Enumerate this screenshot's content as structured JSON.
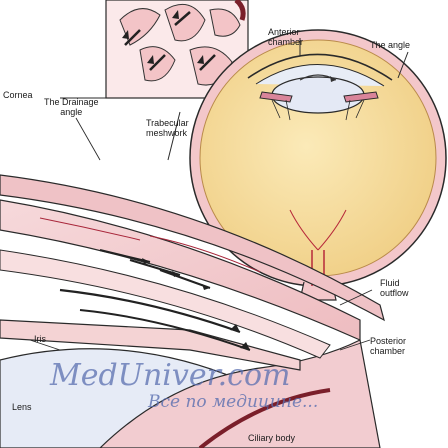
{
  "labels": {
    "anterior_chamber": [
      "Anterior",
      "chamber"
    ],
    "the_angle": "The angle",
    "cornea": "Cornea",
    "drainage_angle": [
      "The Drainage",
      "angle"
    ],
    "trabecular_meshwork": [
      "Trabecular",
      "meshwork"
    ],
    "fluid_outflow": [
      "Fluid",
      "outflow"
    ],
    "iris": "Iris",
    "posterior_chamber": [
      "Posterior",
      "chamber"
    ],
    "lens": "Lens",
    "ciliary_body": "Ciliary body"
  },
  "watermark": {
    "brand": "MedUniver.com",
    "tagline": "Все по медицине..."
  },
  "colors": {
    "eye_fill": "#f7e2a0",
    "sclera_pink": "#f1c3c6",
    "tissue_pink": "#f4d3d4",
    "lens_blue": "#e4e9f5",
    "outline": "#2a2a2a",
    "watermark_blue": "#5a6fb0",
    "ciliary_dark": "#7a1f2a"
  }
}
